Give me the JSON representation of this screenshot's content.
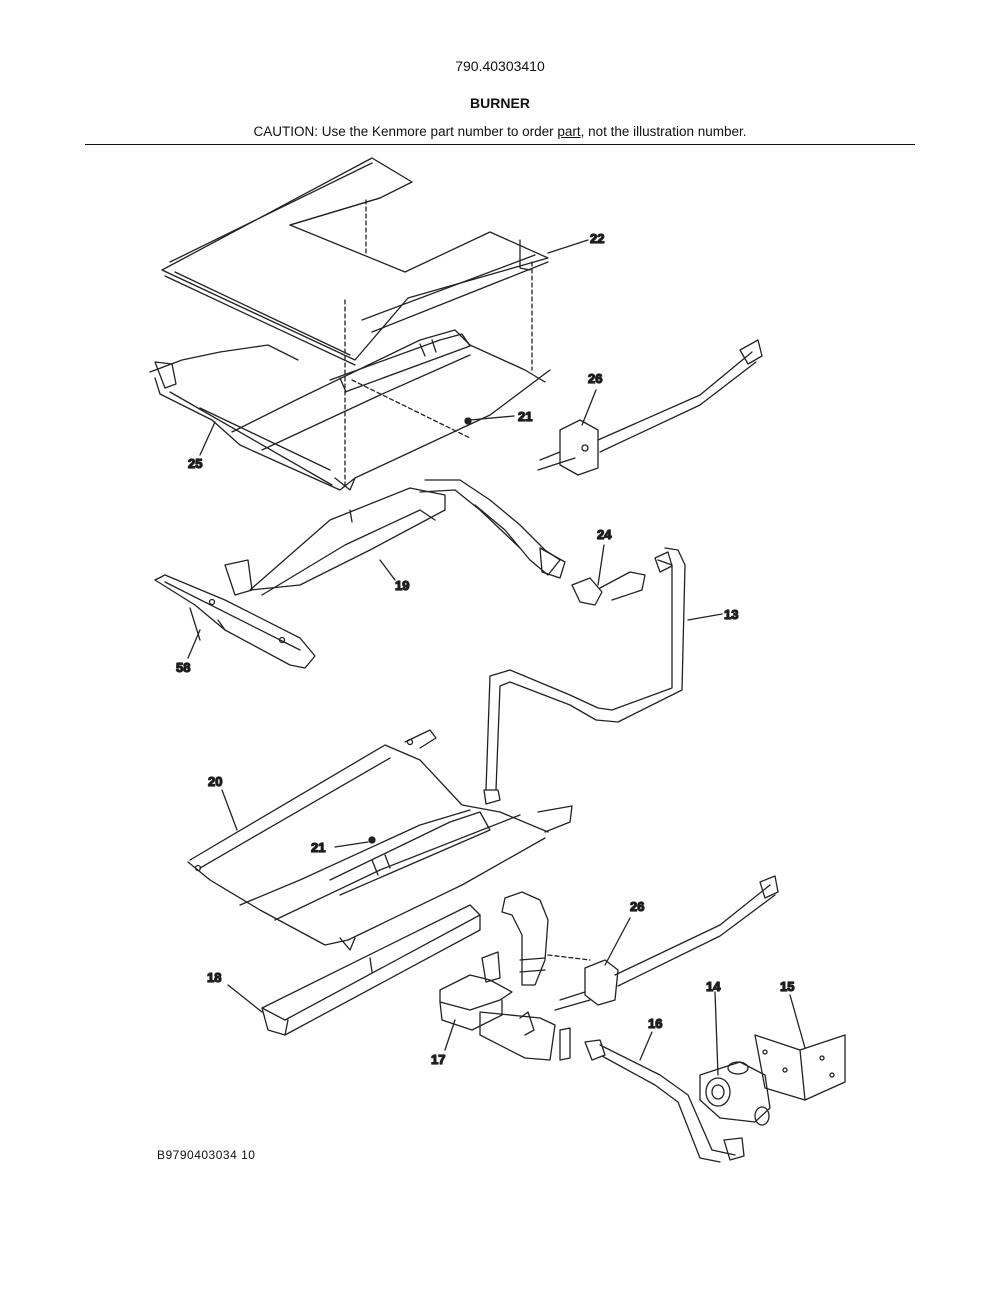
{
  "header": {
    "model_number": "790.40303410",
    "section_title": "BURNER",
    "caution_prefix": "CAUTION: Use the Kenmore part number to order ",
    "caution_link": "part",
    "caution_suffix": ", not the illustration number."
  },
  "callouts": [
    {
      "id": "c22",
      "label": "22"
    },
    {
      "id": "c26a",
      "label": "26"
    },
    {
      "id": "c21a",
      "label": "21"
    },
    {
      "id": "c25",
      "label": "25"
    },
    {
      "id": "c24",
      "label": "24"
    },
    {
      "id": "c19",
      "label": "19"
    },
    {
      "id": "c13",
      "label": "13"
    },
    {
      "id": "c58",
      "label": "58"
    },
    {
      "id": "c20",
      "label": "20"
    },
    {
      "id": "c21b",
      "label": "21"
    },
    {
      "id": "c26b",
      "label": "26"
    },
    {
      "id": "c14",
      "label": "14"
    },
    {
      "id": "c15",
      "label": "15"
    },
    {
      "id": "c18",
      "label": "18"
    },
    {
      "id": "c16",
      "label": "16"
    },
    {
      "id": "c17",
      "label": "17"
    }
  ],
  "footer": {
    "diagram_code": "B9790403034 10"
  }
}
